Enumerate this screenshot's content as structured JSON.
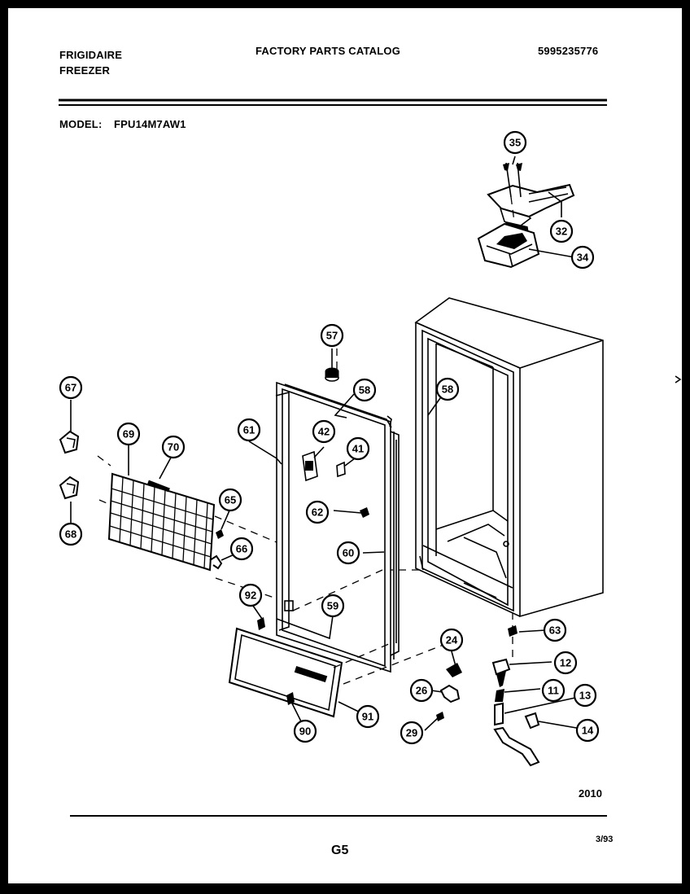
{
  "header": {
    "brand": "FRIGIDAIRE",
    "product": "FREEZER",
    "title": "FACTORY PARTS CATALOG",
    "catalog_number": "5995235776",
    "model_label": "MODEL:",
    "model_value": "FPU14M7AW1"
  },
  "diagram": {
    "figure_number": "2010",
    "callouts": [
      {
        "id": "c35",
        "label": "35"
      },
      {
        "id": "c32",
        "label": "32"
      },
      {
        "id": "c34",
        "label": "34"
      },
      {
        "id": "c57",
        "label": "57"
      },
      {
        "id": "c58a",
        "label": "58"
      },
      {
        "id": "c58b",
        "label": "58"
      },
      {
        "id": "c67",
        "label": "67"
      },
      {
        "id": "c69",
        "label": "69"
      },
      {
        "id": "c70",
        "label": "70"
      },
      {
        "id": "c61",
        "label": "61"
      },
      {
        "id": "c42",
        "label": "42"
      },
      {
        "id": "c41",
        "label": "41"
      },
      {
        "id": "c65",
        "label": "65"
      },
      {
        "id": "c62",
        "label": "62"
      },
      {
        "id": "c68",
        "label": "68"
      },
      {
        "id": "c66",
        "label": "66"
      },
      {
        "id": "c60",
        "label": "60"
      },
      {
        "id": "c92",
        "label": "92"
      },
      {
        "id": "c59",
        "label": "59"
      },
      {
        "id": "c63",
        "label": "63"
      },
      {
        "id": "c24",
        "label": "24"
      },
      {
        "id": "c12",
        "label": "12"
      },
      {
        "id": "c26",
        "label": "26"
      },
      {
        "id": "c11",
        "label": "11"
      },
      {
        "id": "c13",
        "label": "13"
      },
      {
        "id": "c91",
        "label": "91"
      },
      {
        "id": "c90",
        "label": "90"
      },
      {
        "id": "c29",
        "label": "29"
      },
      {
        "id": "c14",
        "label": "14"
      }
    ]
  },
  "footer": {
    "page_code": "G5",
    "date": "3/93"
  }
}
